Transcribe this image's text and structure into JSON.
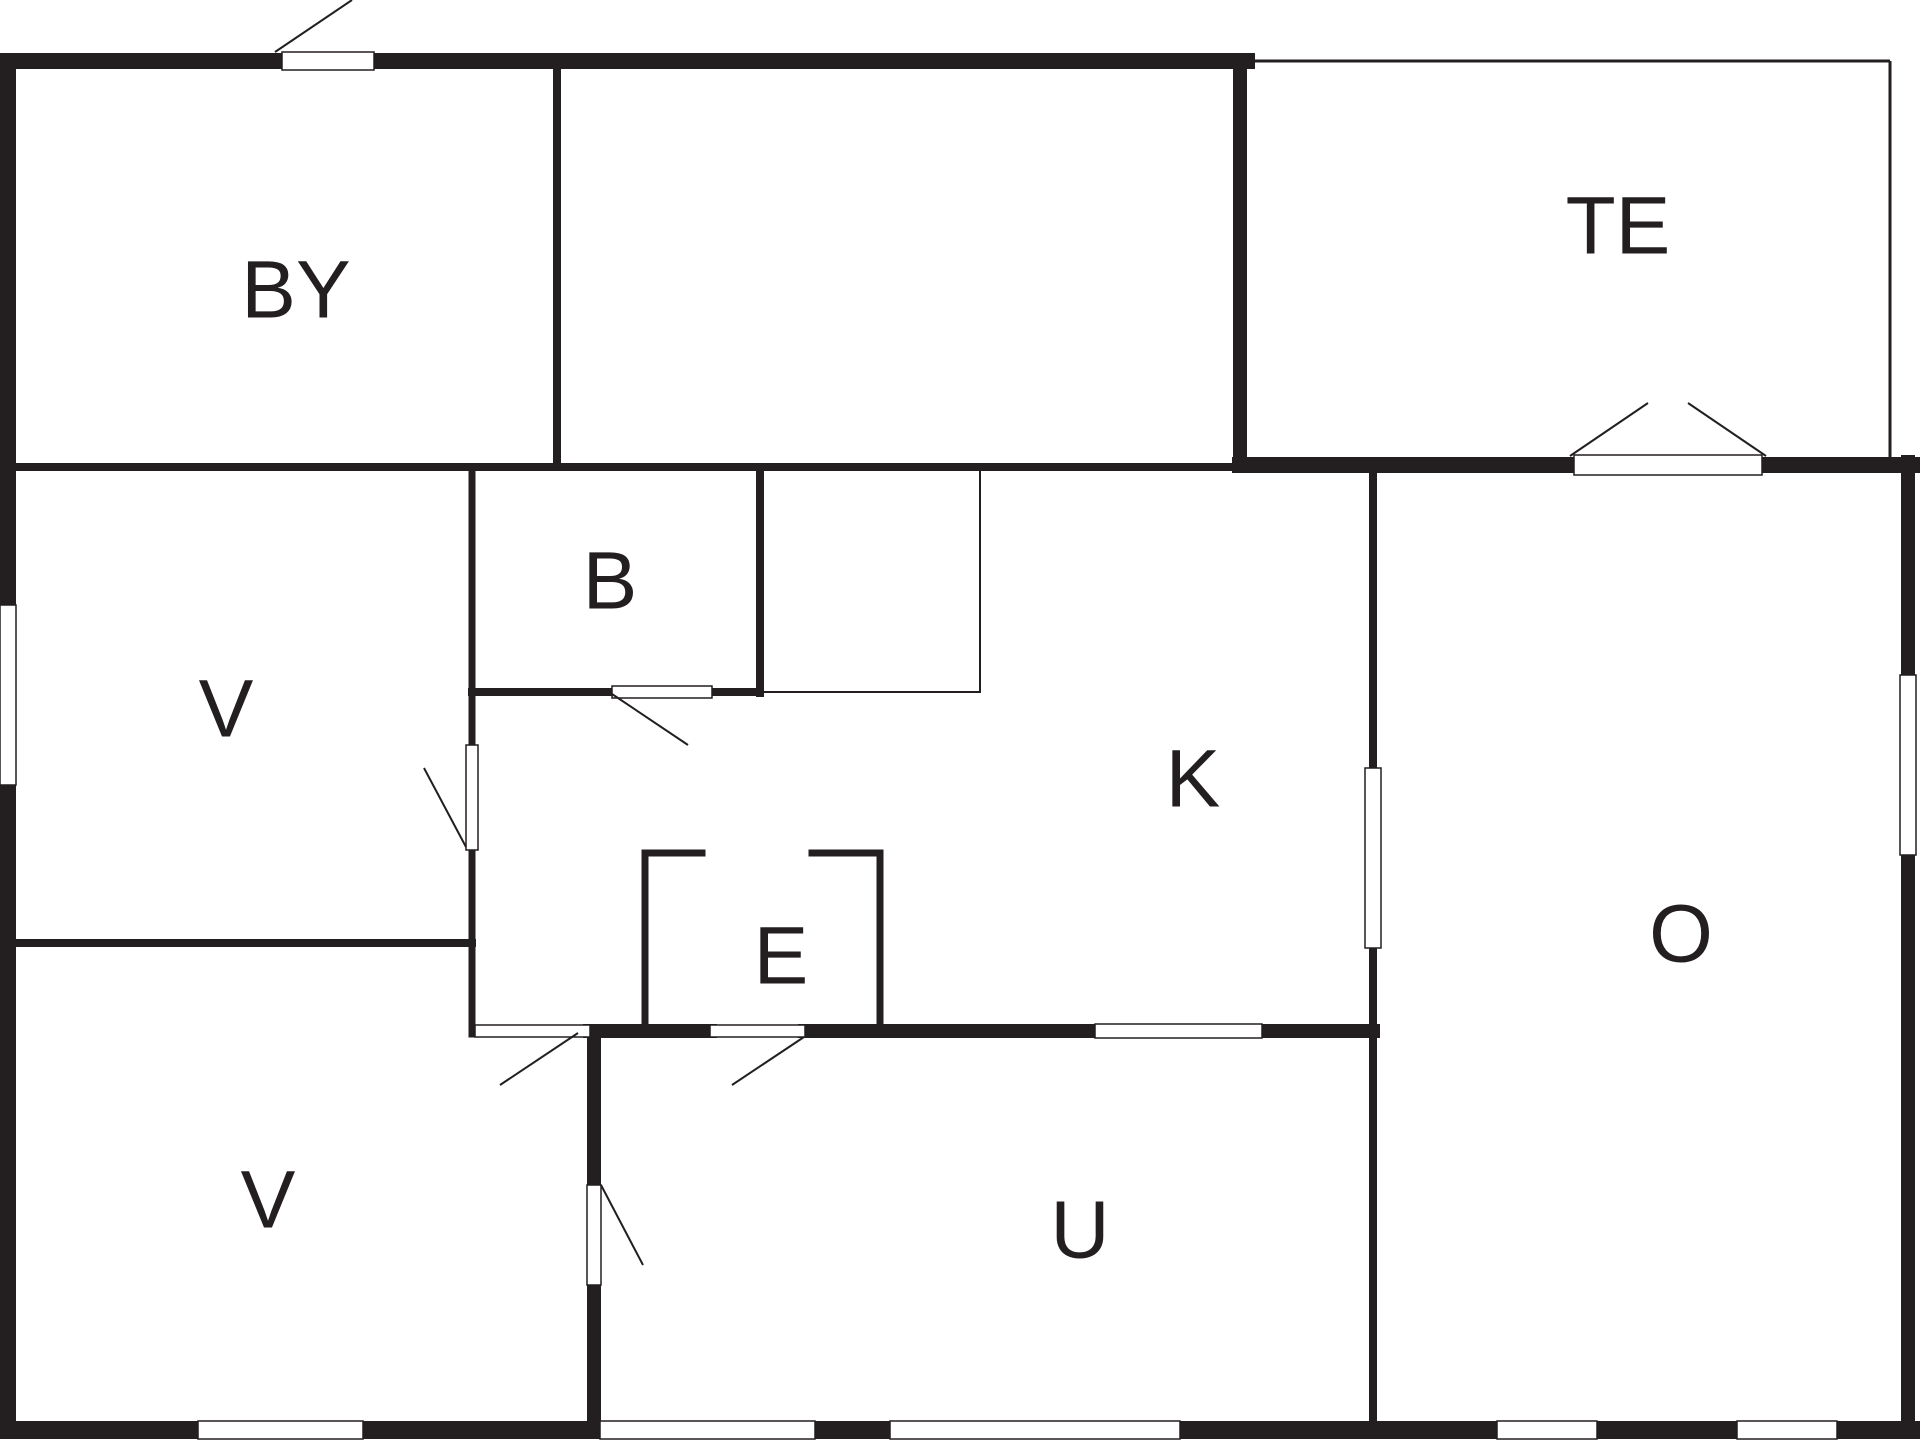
{
  "colors": {
    "wall": "#231f20",
    "background": "#ffffff",
    "opening": "#ffffff"
  },
  "rooms": {
    "by": "BY",
    "te": "TE",
    "v_upper": "V",
    "b": "B",
    "k": "K",
    "o": "O",
    "e": "E",
    "v_lower": "V",
    "u": "U"
  }
}
